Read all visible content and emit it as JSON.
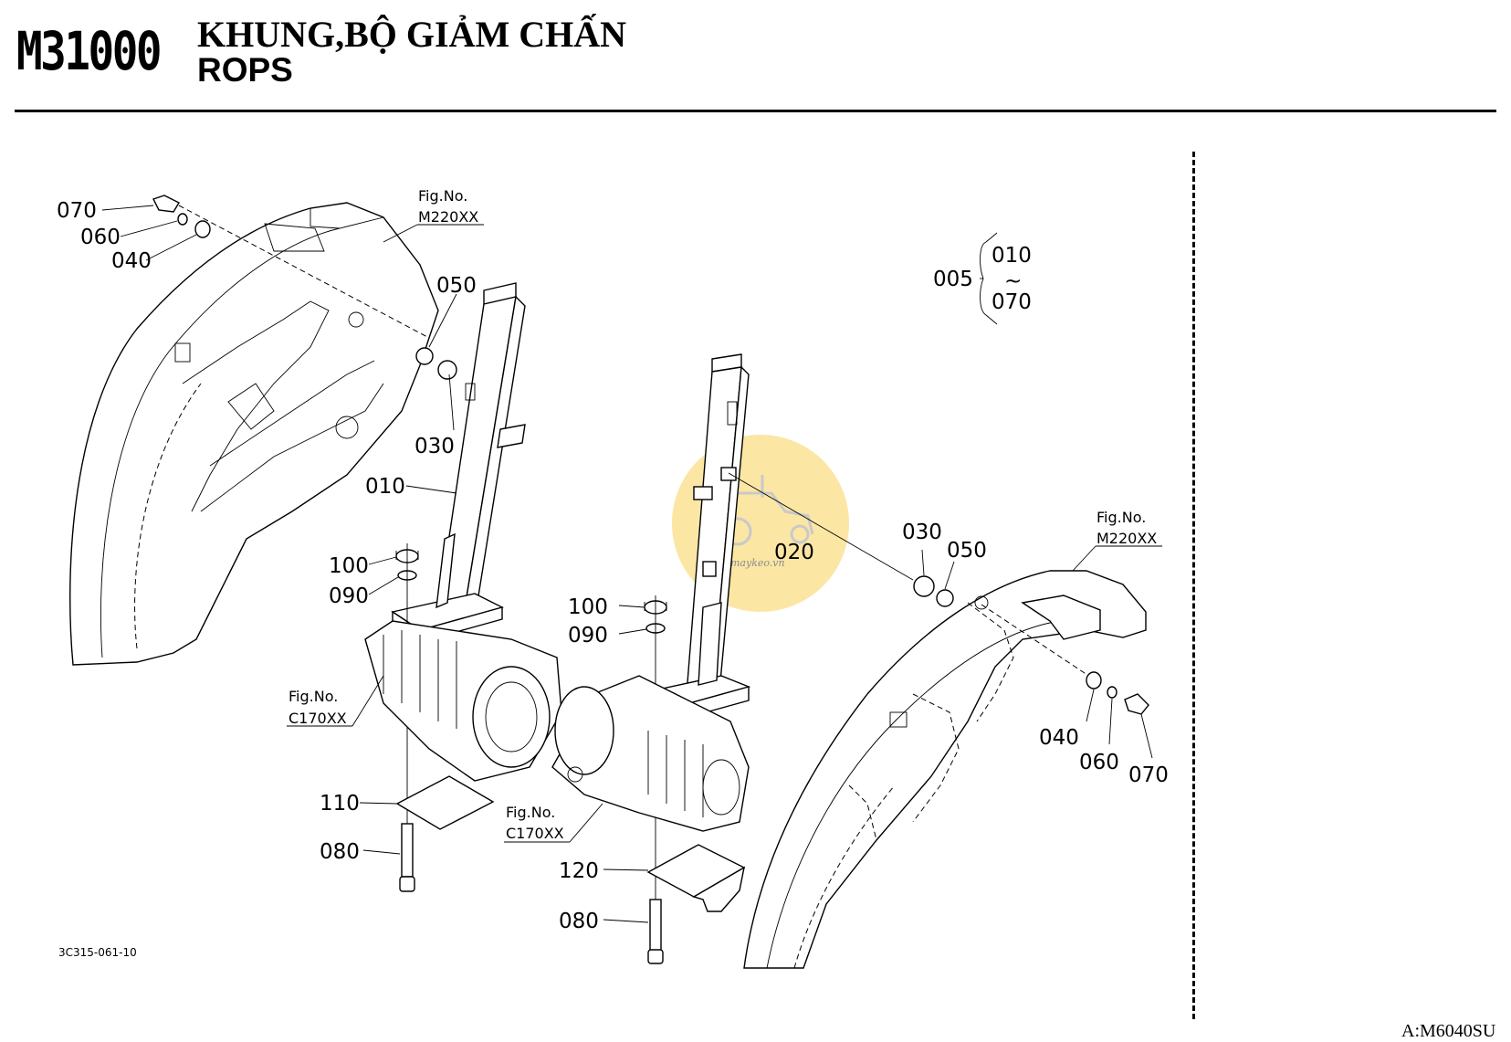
{
  "header": {
    "code": "M31000",
    "title_line1": "KHUNG,BỘ GIẢM CHẤN",
    "title_line2": "ROPS"
  },
  "diagram": {
    "refs": {
      "fig_no_label": "Fig.No.",
      "fender_ref": "M220XX",
      "housing_ref": "C170XX"
    },
    "kit": {
      "num": "005",
      "from": "010",
      "tilde": "~",
      "to": "070"
    },
    "left_labels": {
      "p070": "070",
      "p060": "060",
      "p040": "040",
      "p050": "050",
      "p030": "030",
      "p010": "010",
      "p100": "100",
      "p090": "090",
      "p110": "110",
      "p080": "080"
    },
    "right_labels": {
      "p020": "020",
      "p030": "030",
      "p050": "050",
      "p100": "100",
      "p090": "090",
      "p040": "040",
      "p060": "060",
      "p070": "070",
      "p120": "120",
      "p080": "080"
    },
    "image_code": "3C315-061-10"
  },
  "watermark": {
    "text": "maykeo.vn",
    "color": "#f5d36a"
  },
  "footer": {
    "model_code": "A:M6040SU"
  }
}
